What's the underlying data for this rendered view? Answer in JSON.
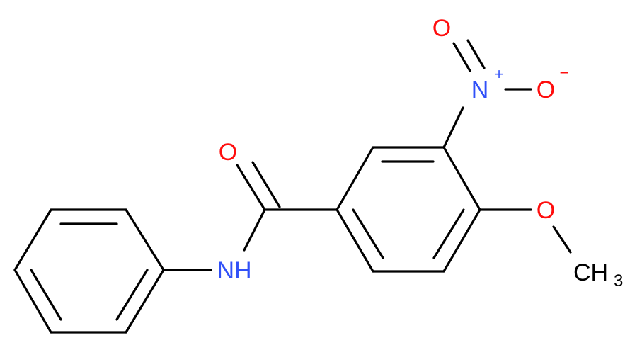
{
  "colors": {
    "bond": "#000000",
    "carbon": "#000000",
    "oxygen": "#ff0d0d",
    "nitrogen": "#3050f8"
  },
  "atoms": {
    "carbonyl_o": "O",
    "amide_nh": "NH",
    "nitro_n": "N",
    "nitro_n_charge": "+",
    "nitro_o_top": "O",
    "nitro_o_right": "O",
    "nitro_o_charge": "−",
    "methoxy_o": "O",
    "methyl_c": "CH",
    "methyl_subscript": "3"
  }
}
